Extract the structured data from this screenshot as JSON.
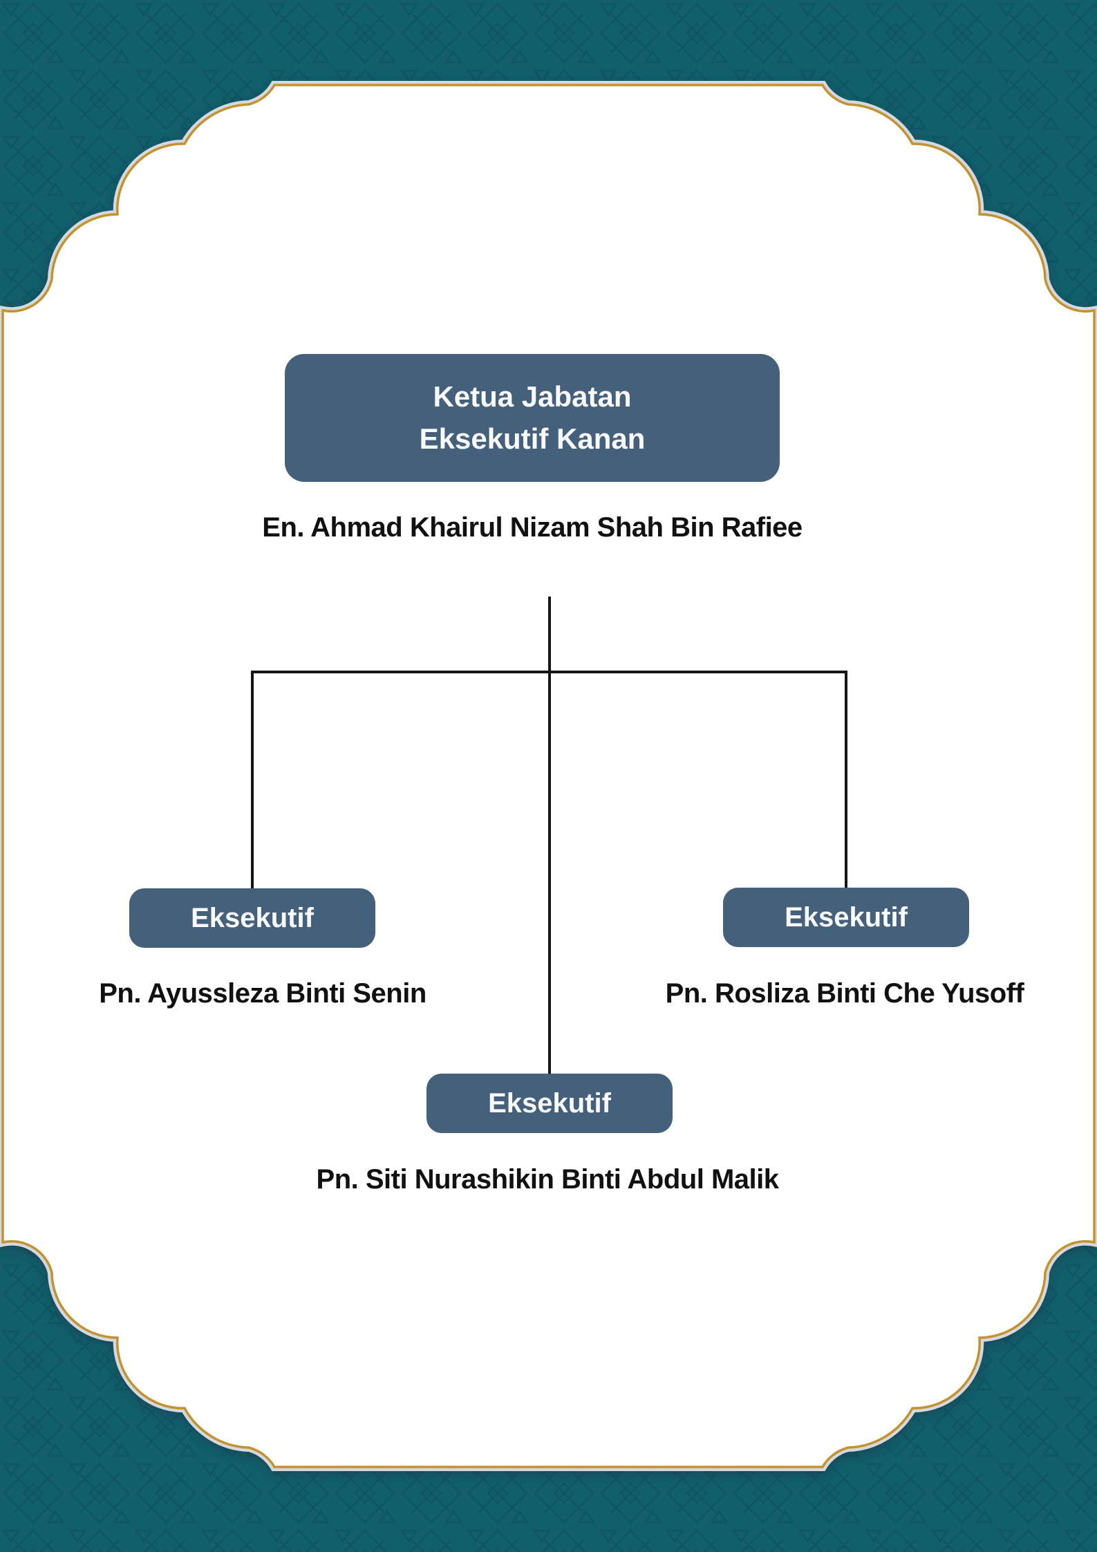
{
  "colors": {
    "background_teal": "#115e6c",
    "pattern_line": "#0a4e5b",
    "panel_white": "#ffffff",
    "frame_gold": "#c3922e",
    "frame_silver": "#d6d8e0",
    "box_slate": "#45607a",
    "box_text": "#ffffff",
    "name_text": "#111111",
    "connector_black": "#161616"
  },
  "org_chart": {
    "root": {
      "title_line1": "Ketua Jabatan",
      "title_line2": "Eksekutif Kanan",
      "name": "En. Ahmad Khairul Nizam Shah Bin Rafiee"
    },
    "children": [
      {
        "role": "Eksekutif",
        "name": "Pn. Ayussleza Binti Senin",
        "position": "left"
      },
      {
        "role": "Eksekutif",
        "name": "Pn. Rosliza Binti Che Yusoff",
        "position": "right"
      },
      {
        "role": "Eksekutif",
        "name": "Pn. Siti Nurashikin Binti Abdul Malik",
        "position": "bottom-center"
      }
    ]
  }
}
